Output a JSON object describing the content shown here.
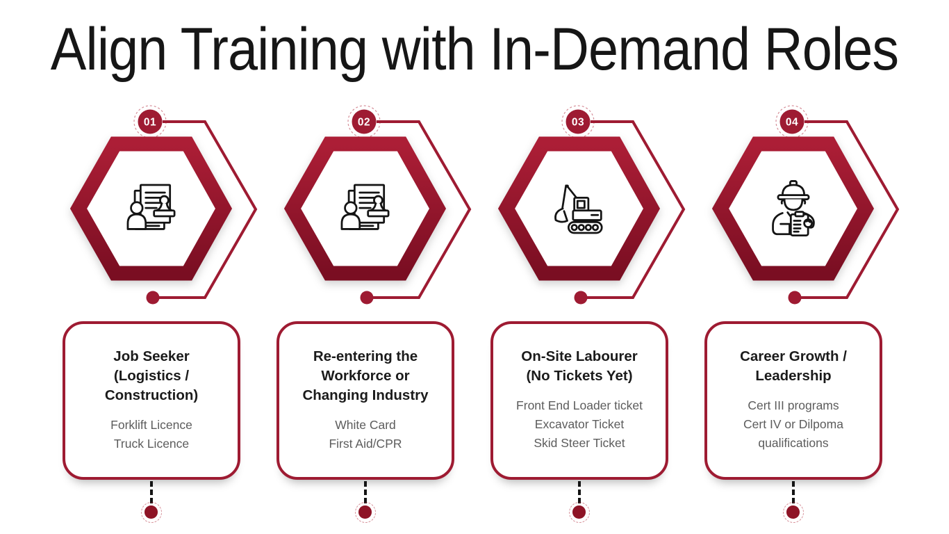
{
  "title": "Align Training with In-Demand Roles",
  "steps": [
    {
      "number": "01",
      "icon": "person-documents-stamp-icon",
      "card": {
        "title_lines": [
          "Job Seeker",
          "(Logistics /",
          "Construction)"
        ],
        "items": [
          "Forklift Licence",
          "Truck Licence"
        ]
      }
    },
    {
      "number": "02",
      "icon": "person-documents-stamp-icon",
      "card": {
        "title_lines": [
          "Re-entering the",
          "Workforce or",
          "Changing Industry"
        ],
        "items": [
          "White Card",
          "First Aid/CPR"
        ]
      }
    },
    {
      "number": "03",
      "icon": "excavator-icon",
      "card": {
        "title_lines": [
          "On-Site Labourer",
          "(No Tickets Yet)"
        ],
        "items": [
          "Front End Loader ticket",
          "Excavator Ticket",
          "Skid Steer Ticket"
        ]
      }
    },
    {
      "number": "04",
      "icon": "worker-clipboard-icon",
      "card": {
        "title_lines": [
          "Career Growth /",
          "Leadership"
        ],
        "items": [
          "Cert III programs",
          "Cert IV or Dilpoma qualifications"
        ]
      }
    }
  ],
  "colors": {
    "primary": "#9E1B32",
    "hex_top": "#AC1E36",
    "hex_bottom": "#7A0E22",
    "dot": "#8E1426",
    "title_text": "#161616",
    "card_title_text": "#1b1b1b",
    "card_body_text": "#5c5c5c",
    "icon_stroke": "#141414"
  }
}
